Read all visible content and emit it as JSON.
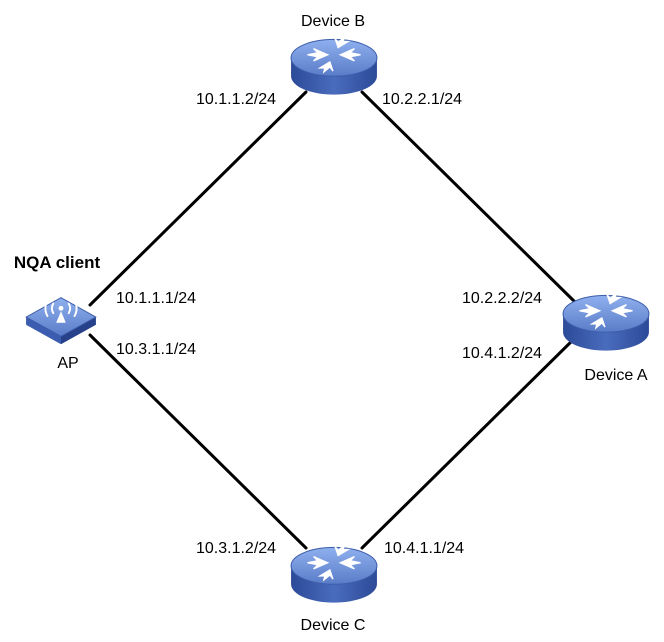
{
  "colors": {
    "device_top": "#6d8fd6",
    "device_side": "#3a5aa8",
    "device_dark": "#26408a",
    "link": "#000000"
  },
  "devices": [
    {
      "id": "device-b",
      "name": "Device B",
      "icon": "router-icon"
    },
    {
      "id": "device-a",
      "name": "Device A",
      "icon": "router-icon"
    },
    {
      "id": "device-c",
      "name": "Device C",
      "icon": "router-icon"
    },
    {
      "id": "ap",
      "name": "AP",
      "role": "NQA client",
      "icon": "wireless-ap-icon"
    }
  ],
  "links": [
    {
      "id": "ap-b",
      "from": "ap",
      "to": "device-b",
      "from_ip": "10.1.1.1/24",
      "to_ip": "10.1.1.2/24"
    },
    {
      "id": "b-a",
      "from": "device-b",
      "to": "device-a",
      "from_ip": "10.2.2.1/24",
      "to_ip": "10.2.2.2/24"
    },
    {
      "id": "ap-c",
      "from": "ap",
      "to": "device-c",
      "from_ip": "10.3.1.1/24",
      "to_ip": "10.3.1.2/24"
    },
    {
      "id": "c-a",
      "from": "device-c",
      "to": "device-a",
      "from_ip": "10.4.1.1/24",
      "to_ip": "10.4.1.2/24"
    }
  ]
}
